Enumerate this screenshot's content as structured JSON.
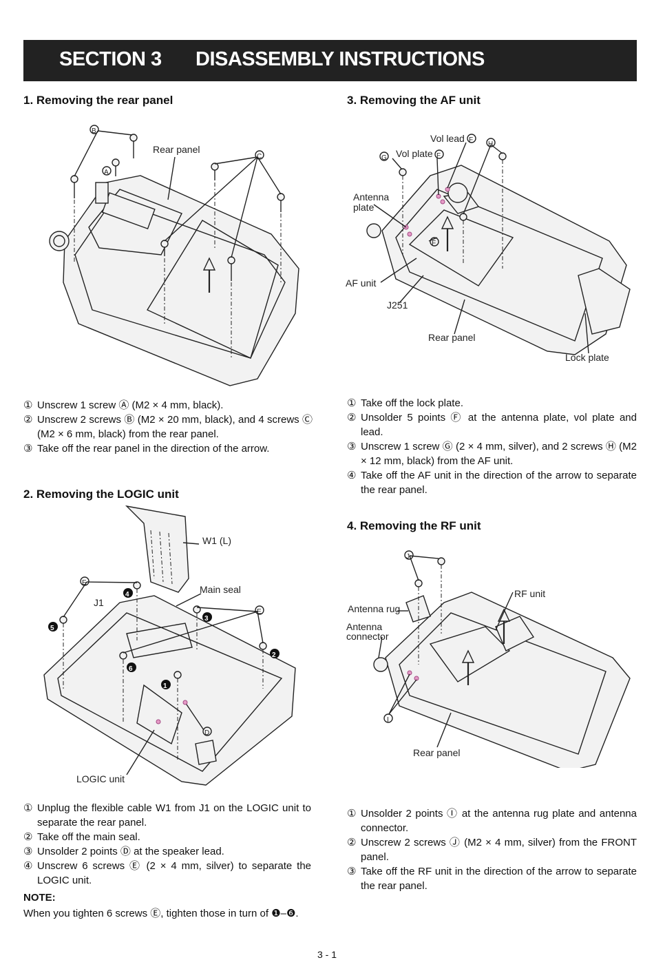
{
  "banner": {
    "section": "SECTION 3",
    "title": "DISASSEMBLY INSTRUCTIONS"
  },
  "sec1": {
    "title": "1. Removing the rear panel",
    "labels": {
      "rear_panel": "Rear panel"
    },
    "steps": [
      {
        "n": "①",
        "text": "Unscrew 1 screw Ⓐ (M2 × 4 mm, black)."
      },
      {
        "n": "②",
        "text": "Unscrew 2 screws Ⓑ (M2 × 20 mm, black), and 4 screws Ⓒ (M2 × 6 mm, black) from the rear panel."
      },
      {
        "n": "③",
        "text": "Take off the rear panel in the direction of the arrow."
      }
    ]
  },
  "sec2": {
    "title": "2. Removing the LOGIC unit",
    "labels": {
      "w1": "W1 (L)",
      "main_seal": "Main seal",
      "j1": "J1",
      "logic_unit": "LOGIC unit"
    },
    "steps": [
      {
        "n": "①",
        "text": "Unplug the flexible cable W1 from J1 on the LOGIC unit to separate the rear panel."
      },
      {
        "n": "②",
        "text": "Take off the main seal."
      },
      {
        "n": "③",
        "text": "Unsolder 2 points Ⓓ at the speaker lead."
      },
      {
        "n": "④",
        "text": "Unscrew 6 screws Ⓔ (2 × 4 mm, silver) to separate the LOGIC unit."
      }
    ],
    "note_heading": "NOTE:",
    "note_text": "When you tighten 6 screws Ⓔ, tighten those in turn of ❶–❻."
  },
  "sec3": {
    "title": "3. Removing the AF unit",
    "labels": {
      "vol_lead": "Vol lead",
      "vol_plate": "Vol plate",
      "antenna": "Antenna",
      "plate": "plate",
      "af_unit": "AF unit",
      "j251": "J251",
      "rear_panel": "Rear panel",
      "lock_plate": "Lock plate"
    },
    "steps": [
      {
        "n": "①",
        "text": "Take off the lock plate."
      },
      {
        "n": "②",
        "text": "Unsolder 5 points Ⓕ at the antenna plate, vol plate and lead."
      },
      {
        "n": "③",
        "text": "Unscrew 1 screw Ⓖ (2 × 4 mm, silver), and 2 screws Ⓗ (M2 × 12 mm, black) from the AF unit."
      },
      {
        "n": "④",
        "text": "Take off the AF unit in the direction of the arrow to separate the rear panel."
      }
    ]
  },
  "sec4": {
    "title": "4. Removing the RF unit",
    "labels": {
      "rf_unit": "RF unit",
      "antenna_rug": "Antenna rug",
      "antenna": "Antenna",
      "connector": "connector",
      "rear_panel": "Rear panel"
    },
    "steps": [
      {
        "n": "①",
        "text": "Unsolder 2 points Ⓘ at the antenna rug plate and antenna connector."
      },
      {
        "n": "②",
        "text": "Unscrew 2 screws Ⓙ (M2 × 4 mm, silver) from the FRONT panel."
      },
      {
        "n": "③",
        "text": "Take off the RF unit in the direction of the arrow to separate the rear panel."
      }
    ]
  },
  "markers": {
    "A": "A",
    "B": "B",
    "C": "C",
    "D": "D",
    "E": "E",
    "F": "F",
    "G": "G",
    "H": "H",
    "I": "I",
    "J": "J",
    "n1": "1",
    "n2": "2",
    "n3": "3",
    "n4": "4",
    "n5": "5",
    "n6": "6"
  },
  "page_number": "3 - 1"
}
